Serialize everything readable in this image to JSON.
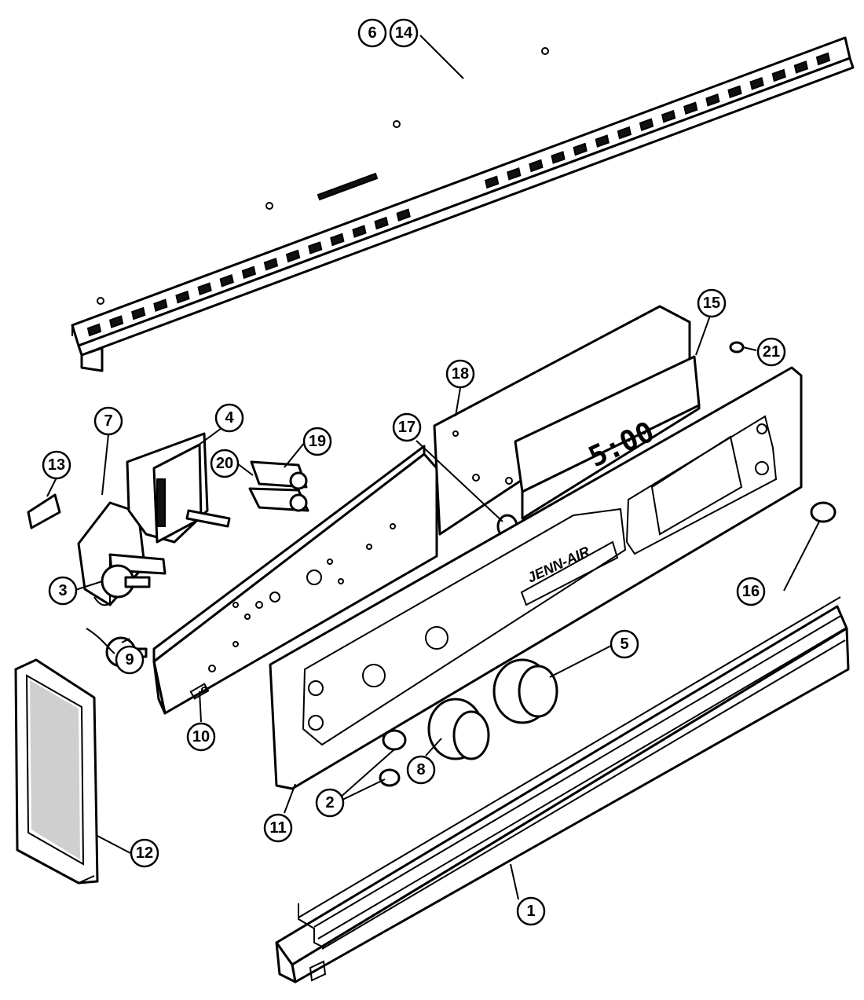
{
  "display": {
    "clock_readout": "5:00",
    "brand_label": "JENN-AIR"
  },
  "callouts": [
    {
      "id": "c6",
      "text": "6"
    },
    {
      "id": "c14",
      "text": "14"
    },
    {
      "id": "c15",
      "text": "15"
    },
    {
      "id": "c21",
      "text": "21"
    },
    {
      "id": "c18",
      "text": "18"
    },
    {
      "id": "c17",
      "text": "17"
    },
    {
      "id": "c7",
      "text": "7"
    },
    {
      "id": "c4",
      "text": "4"
    },
    {
      "id": "c19",
      "text": "19"
    },
    {
      "id": "c20",
      "text": "20"
    },
    {
      "id": "c13",
      "text": "13"
    },
    {
      "id": "c3",
      "text": "3"
    },
    {
      "id": "c9",
      "text": "9"
    },
    {
      "id": "c16",
      "text": "16"
    },
    {
      "id": "c5",
      "text": "5"
    },
    {
      "id": "c10",
      "text": "10"
    },
    {
      "id": "c2",
      "text": "2"
    },
    {
      "id": "c8",
      "text": "8"
    },
    {
      "id": "c11",
      "text": "11"
    },
    {
      "id": "c12",
      "text": "12"
    },
    {
      "id": "c1",
      "text": "1"
    }
  ]
}
